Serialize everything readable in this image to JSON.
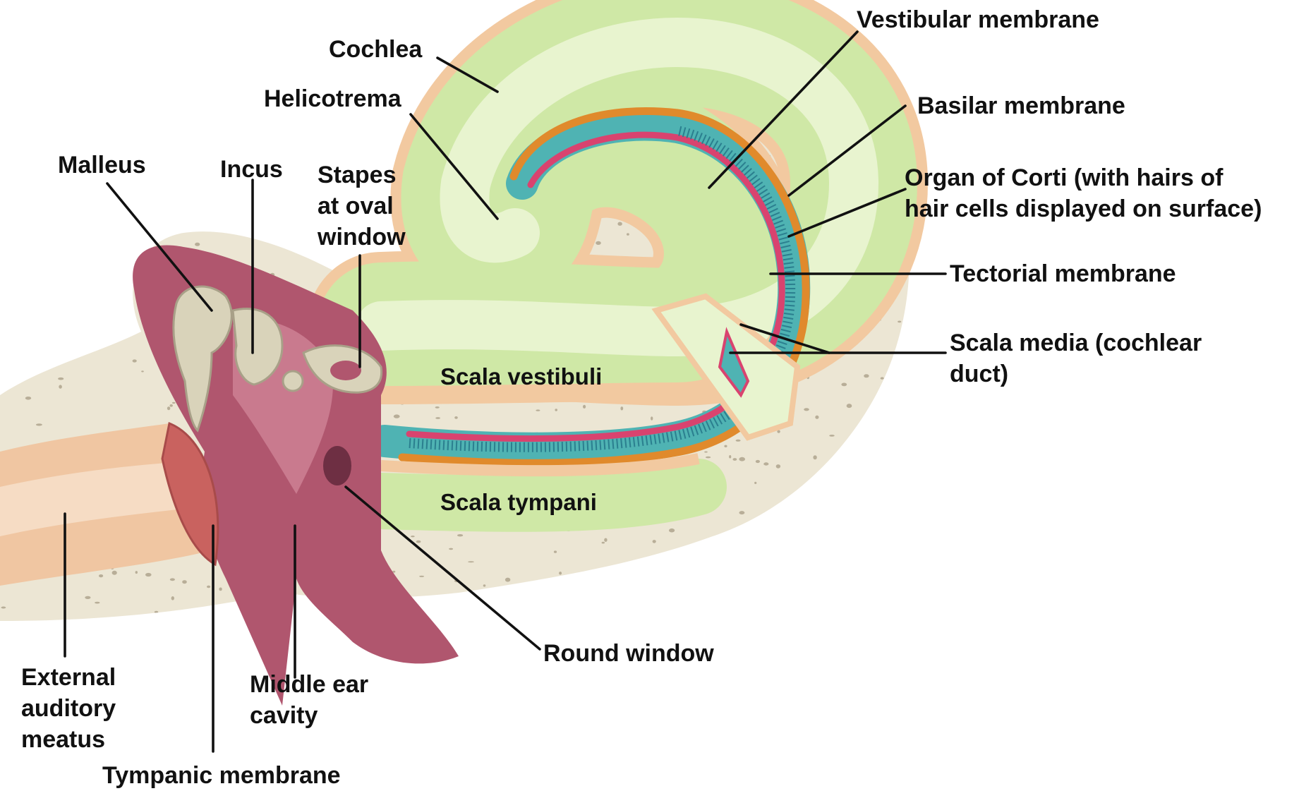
{
  "labels": {
    "cochlea": "Cochlea",
    "vestibular_membrane": "Vestibular membrane",
    "helicotrema": "Helicotrema",
    "basilar_membrane": "Basilar membrane",
    "malleus": "Malleus",
    "incus": "Incus",
    "stapes_line1": "Stapes",
    "stapes_line2": "at oval",
    "stapes_line3": "window",
    "organ_corti_line1": "Organ of Corti (with hairs of",
    "organ_corti_line2": "hair cells displayed on surface)",
    "tectorial_membrane": "Tectorial membrane",
    "scala_media_line1": "Scala media (cochlear",
    "scala_media_line2": "duct)",
    "scala_vestibuli": "Scala vestibuli",
    "scala_tympani": "Scala tympani",
    "round_window": "Round window",
    "external_line1": "External",
    "external_line2": "auditory",
    "external_line3": "meatus",
    "middle_ear_line1": "Middle ear",
    "middle_ear_line2": "cavity",
    "tympanic_membrane": "Tympanic membrane"
  },
  "colors": {
    "bone": "#ece6d4",
    "bone_dots": "#b8ae98",
    "periosteum": "#f2c9a0",
    "scala_fluid": "#cfe8a6",
    "scala_fluid_light": "#e8f4cf",
    "cochlear_duct": "#4fb3b3",
    "basilar_membrane": "#e08a2c",
    "organ_of_corti": "#d9436f",
    "middle_ear": "#b0566e",
    "middle_ear_light": "#c97a8e",
    "ossicles": "#d9d3ba",
    "tympanic_membrane": "#c9625f",
    "ear_canal": "#f0c6a2",
    "leader_lines": "#111111"
  }
}
